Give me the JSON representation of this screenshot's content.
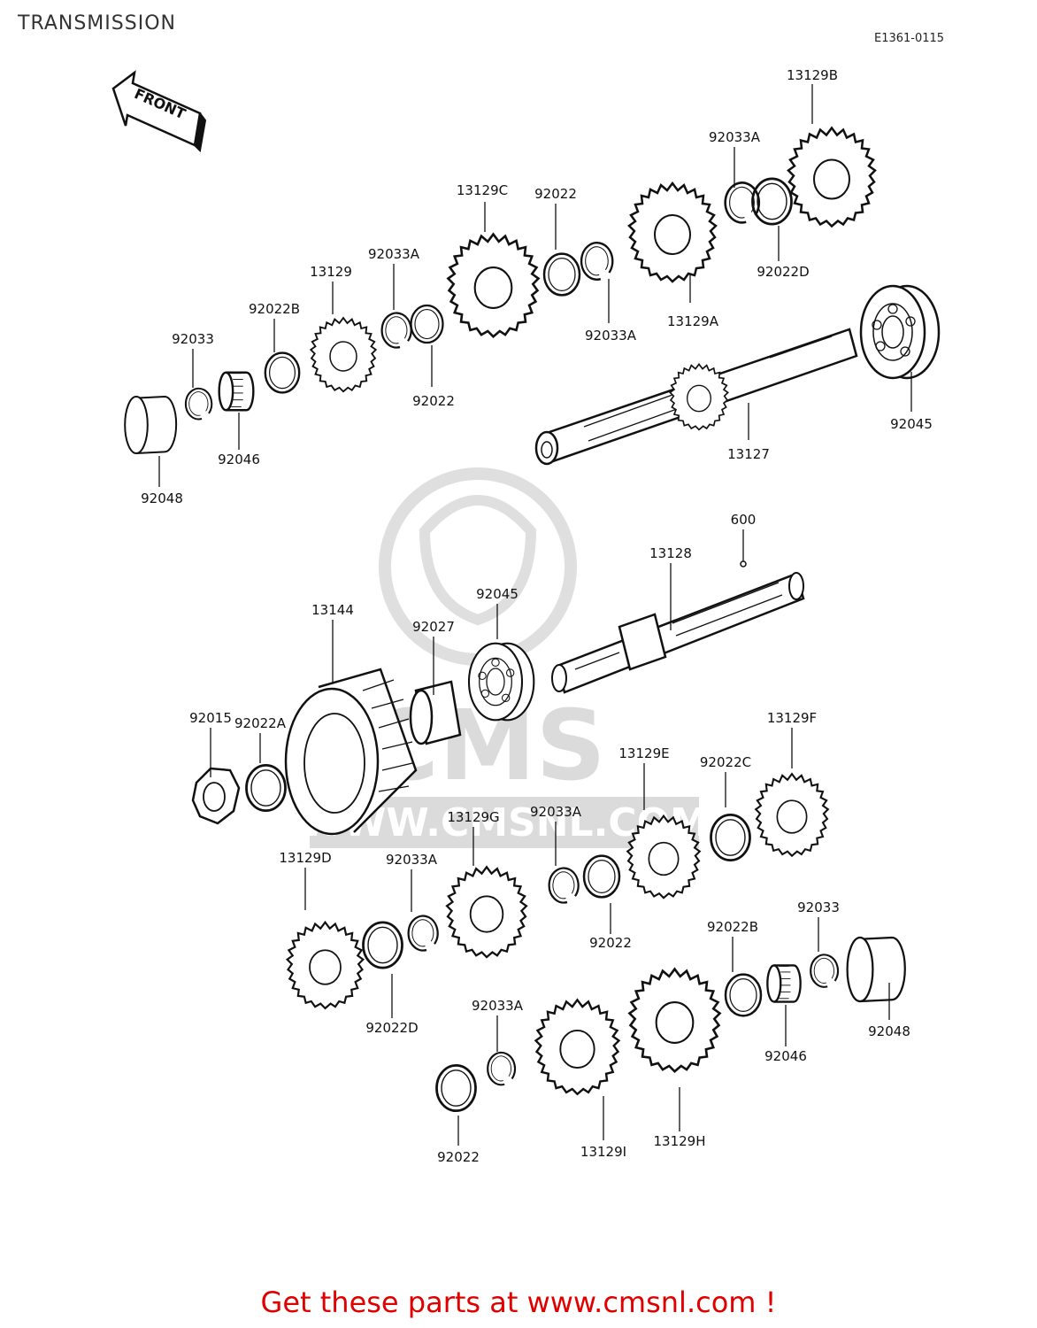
{
  "page": {
    "title": "TRANSMISSION",
    "diagram_code": "E1361-0115",
    "front_label": "FRONT",
    "cta": "Get these parts at www.cmsnl.com !"
  },
  "watermark": {
    "brand": "CMS",
    "url": "WWW.CMSNL.COM",
    "color": "#d8d8d8"
  },
  "colors": {
    "cta": "#e00000",
    "ink": "#111111"
  },
  "parts": [
    {
      "id": "13129B",
      "label": "13129B"
    },
    {
      "id": "92033A-1",
      "label": "92033A"
    },
    {
      "id": "92022D-1",
      "label": "92022D"
    },
    {
      "id": "13129C",
      "label": "13129C"
    },
    {
      "id": "92022-1",
      "label": "92022"
    },
    {
      "id": "92033A-2",
      "label": "92033A"
    },
    {
      "id": "13129A",
      "label": "13129A"
    },
    {
      "id": "13129",
      "label": "13129"
    },
    {
      "id": "92033A-3",
      "label": "92033A"
    },
    {
      "id": "92022B-1",
      "label": "92022B"
    },
    {
      "id": "92022-2",
      "label": "92022"
    },
    {
      "id": "92033-1",
      "label": "92033"
    },
    {
      "id": "92046-1",
      "label": "92046"
    },
    {
      "id": "92048-1",
      "label": "92048"
    },
    {
      "id": "13127",
      "label": "13127"
    },
    {
      "id": "92045-1",
      "label": "92045"
    },
    {
      "id": "600",
      "label": "600"
    },
    {
      "id": "13128",
      "label": "13128"
    },
    {
      "id": "92045-2",
      "label": "92045"
    },
    {
      "id": "13144",
      "label": "13144"
    },
    {
      "id": "92027",
      "label": "92027"
    },
    {
      "id": "92022A",
      "label": "92022A"
    },
    {
      "id": "92015",
      "label": "92015"
    },
    {
      "id": "13129F",
      "label": "13129F"
    },
    {
      "id": "13129E",
      "label": "13129E"
    },
    {
      "id": "92022C",
      "label": "92022C"
    },
    {
      "id": "13129G",
      "label": "13129G"
    },
    {
      "id": "92033A-4",
      "label": "92033A"
    },
    {
      "id": "92033A-5",
      "label": "92033A"
    },
    {
      "id": "13129D",
      "label": "13129D"
    },
    {
      "id": "92022-3",
      "label": "92022"
    },
    {
      "id": "92022B-2",
      "label": "92022B"
    },
    {
      "id": "92033-2",
      "label": "92033"
    },
    {
      "id": "92022D-2",
      "label": "92022D"
    },
    {
      "id": "92033A-6",
      "label": "92033A"
    },
    {
      "id": "92046-2",
      "label": "92046"
    },
    {
      "id": "92048-2",
      "label": "92048"
    },
    {
      "id": "92022-4",
      "label": "92022"
    },
    {
      "id": "13129I",
      "label": "13129I"
    },
    {
      "id": "13129H",
      "label": "13129H"
    }
  ]
}
